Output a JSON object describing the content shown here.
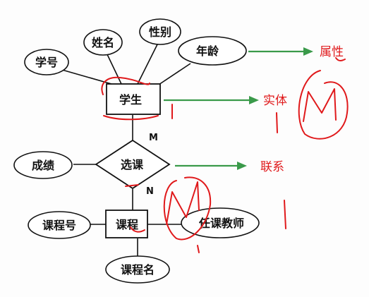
{
  "diagram": {
    "entities": {
      "student": "学生",
      "course": "课程"
    },
    "relationship": "选课",
    "attributes": {
      "student_id": "学号",
      "name": "姓名",
      "gender": "性别",
      "age": "年龄",
      "grade": "成绩",
      "course_id": "课程号",
      "teacher": "任课教师",
      "course_name": "课程名"
    },
    "cardinality": {
      "top": "M",
      "bottom": "N"
    }
  },
  "annotations": {
    "attribute": "属性",
    "entity": "实体",
    "relationship": "联系"
  },
  "colors": {
    "arrow": "#3a9a4a",
    "annotation": "#e0191b",
    "ink": "#111111"
  }
}
